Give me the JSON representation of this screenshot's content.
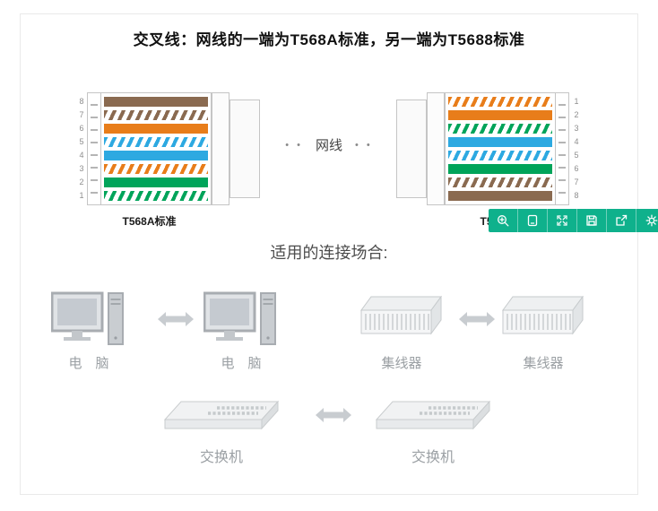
{
  "page": {
    "title": "交叉线：网线的一端为T568A标准，另一端为T5688标准",
    "section_heading": "适用的连接场合:"
  },
  "cable": {
    "dots_left": "• •",
    "label": "网线",
    "dots_right": "• •"
  },
  "connectors": {
    "left": {
      "label": "T568A标准",
      "pin_numbers": [
        "8",
        "7",
        "6",
        "5",
        "4",
        "3",
        "2",
        "1"
      ],
      "wires": [
        {
          "pin": "8",
          "color_name": "brown",
          "pattern": "solid",
          "hex": "#8a6a50"
        },
        {
          "pin": "7",
          "color_name": "white-brown",
          "pattern": "striped",
          "hex": "#8a6a50"
        },
        {
          "pin": "6",
          "color_name": "orange",
          "pattern": "solid",
          "hex": "#e87d1a"
        },
        {
          "pin": "5",
          "color_name": "white-blue",
          "pattern": "striped",
          "hex": "#2da9e1"
        },
        {
          "pin": "4",
          "color_name": "blue",
          "pattern": "solid",
          "hex": "#2da9e1"
        },
        {
          "pin": "3",
          "color_name": "white-orange",
          "pattern": "striped",
          "hex": "#e87d1a"
        },
        {
          "pin": "2",
          "color_name": "green",
          "pattern": "solid",
          "hex": "#00a45a"
        },
        {
          "pin": "1",
          "color_name": "white-green",
          "pattern": "striped",
          "hex": "#00a45a"
        }
      ]
    },
    "right": {
      "label": "T568B标准",
      "pin_numbers": [
        "1",
        "2",
        "3",
        "4",
        "5",
        "6",
        "7",
        "8"
      ],
      "wires": [
        {
          "pin": "1",
          "color_name": "white-orange",
          "pattern": "striped",
          "hex": "#e87d1a"
        },
        {
          "pin": "2",
          "color_name": "orange",
          "pattern": "solid",
          "hex": "#e87d1a"
        },
        {
          "pin": "3",
          "color_name": "white-green",
          "pattern": "striped",
          "hex": "#00a45a"
        },
        {
          "pin": "4",
          "color_name": "blue",
          "pattern": "solid",
          "hex": "#2da9e1"
        },
        {
          "pin": "5",
          "color_name": "white-blue",
          "pattern": "striped",
          "hex": "#2da9e1"
        },
        {
          "pin": "6",
          "color_name": "green",
          "pattern": "solid",
          "hex": "#00a45a"
        },
        {
          "pin": "7",
          "color_name": "white-brown",
          "pattern": "striped",
          "hex": "#8a6a50"
        },
        {
          "pin": "8",
          "color_name": "brown",
          "pattern": "solid",
          "hex": "#8a6a50"
        }
      ]
    }
  },
  "toolbar": {
    "background": "#0fb18c",
    "icons": [
      "zoom-icon",
      "preview-icon",
      "fullscreen-icon",
      "save-icon",
      "share-icon",
      "settings-icon"
    ]
  },
  "scenarios": {
    "pairs": [
      {
        "icon": "computer",
        "left_label": "电　脑",
        "right_label": "电　脑"
      },
      {
        "icon": "hub",
        "left_label": "集线器",
        "right_label": "集线器"
      },
      {
        "icon": "switch",
        "left_label": "交换机",
        "right_label": "交换机"
      }
    ]
  }
}
